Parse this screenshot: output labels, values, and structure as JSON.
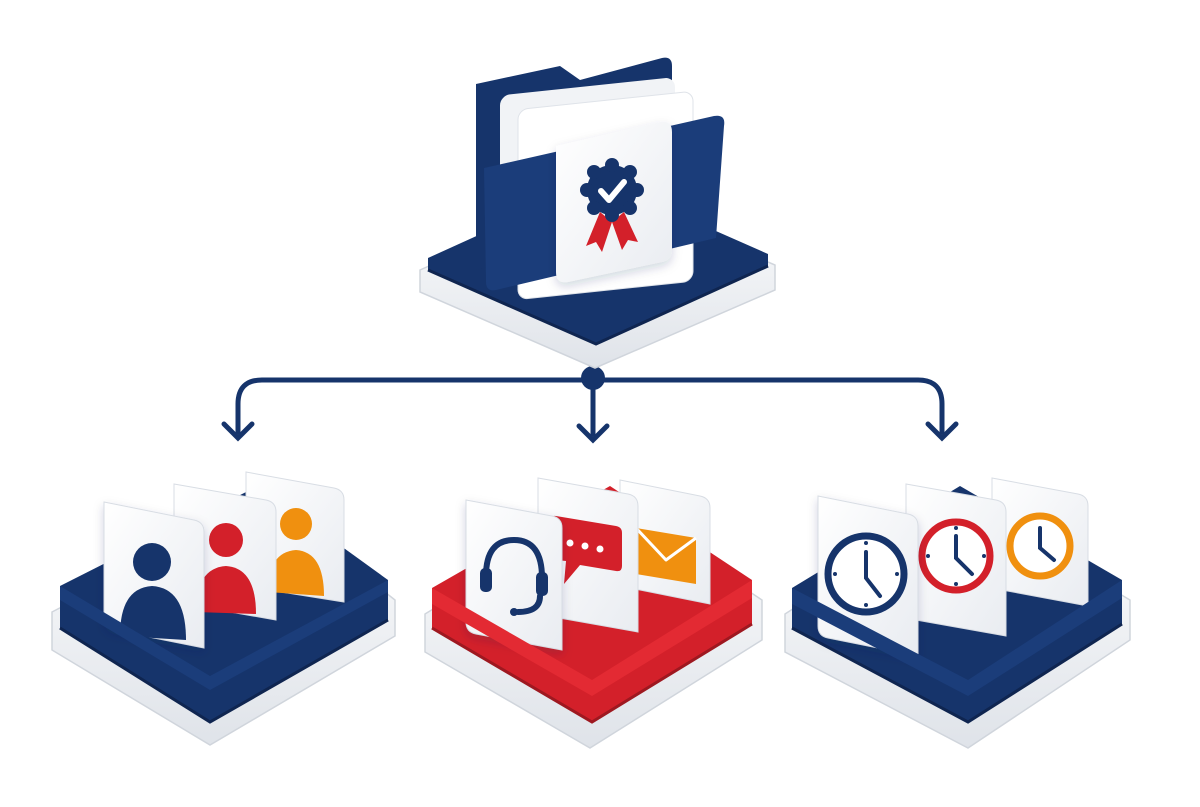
{
  "colors": {
    "navy": "#16346b",
    "navy_dark": "#0f2550",
    "red": "#d3202a",
    "red_dark": "#9e1820",
    "orange": "#f0900f",
    "white": "#ffffff",
    "base_white": "#f1f3f6",
    "base_shade": "#d6dbe2",
    "connector": "#16346b"
  },
  "root": {
    "icon": "certified-documents-folder-icon",
    "badge_icon": "award-badge-check-icon"
  },
  "branches": [
    {
      "id": "people",
      "tray_color": "navy",
      "cards": [
        {
          "icon": "person-icon",
          "color": "navy"
        },
        {
          "icon": "person-icon",
          "color": "red"
        },
        {
          "icon": "person-icon",
          "color": "orange"
        }
      ]
    },
    {
      "id": "communication",
      "tray_color": "red",
      "cards": [
        {
          "icon": "headset-icon",
          "color": "navy"
        },
        {
          "icon": "chat-bubble-icon",
          "color": "red"
        },
        {
          "icon": "envelope-icon",
          "color": "orange"
        }
      ]
    },
    {
      "id": "time",
      "tray_color": "navy",
      "cards": [
        {
          "icon": "clock-icon",
          "color": "navy"
        },
        {
          "icon": "clock-icon",
          "color": "red"
        },
        {
          "icon": "clock-icon",
          "color": "orange"
        }
      ]
    }
  ]
}
